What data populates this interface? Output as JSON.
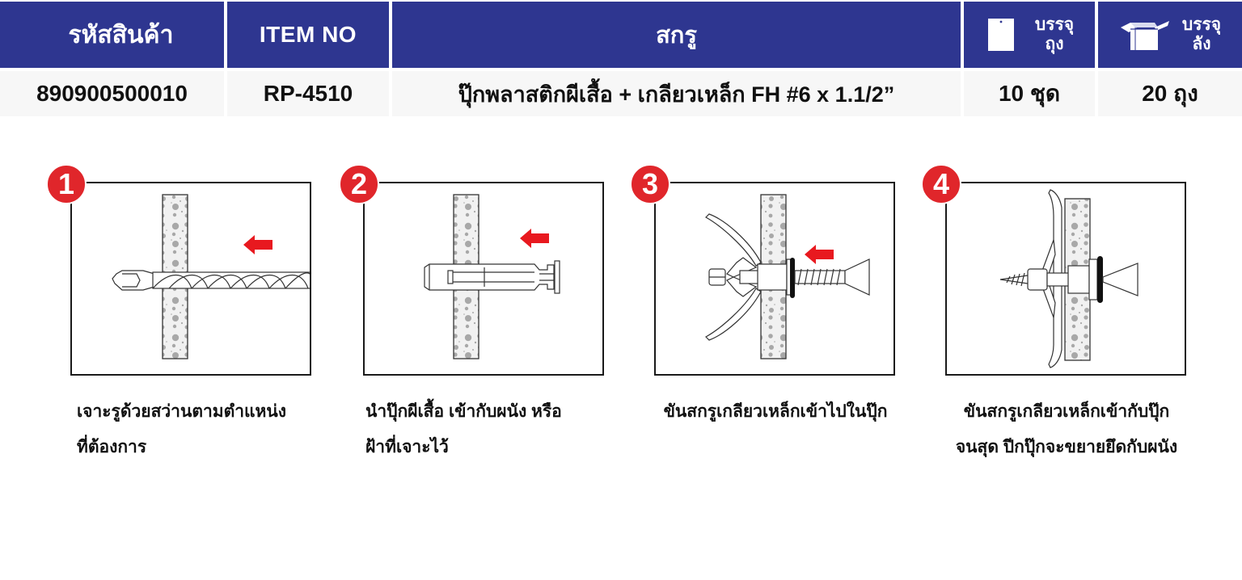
{
  "colors": {
    "header_bg": "#2e3690",
    "header_text": "#ffffff",
    "value_bg": "#f7f7f7",
    "badge_red": "#e0262b",
    "arrow_red": "#e8191f",
    "wall_fill": "#f1f1f1",
    "wall_dots": "#a8a8a8"
  },
  "table": {
    "headers": {
      "product_code": "รหัสสินค้า",
      "item_no": "ITEM NO",
      "description": "สกรู",
      "bag_pack": {
        "line1": "บรรจุ",
        "line2": "ถุง",
        "icon": "bag-icon"
      },
      "carton_pack": {
        "line1": "บรรจุ",
        "line2": "ลัง",
        "icon": "box-icon"
      }
    },
    "row": {
      "product_code": "890900500010",
      "item_no": "RP-4510",
      "description": "ปุ๊กพลาสติกผีเสื้อ + เกลียวเหล็ก FH #6 x 1.1/2”",
      "bag_pack": "10 ชุด",
      "carton_pack": "20 ถุง"
    }
  },
  "steps": [
    {
      "number": "1",
      "illustration": "drill-through-wall",
      "caption_line1": "เจาะรูด้วยสว่านตามตำแหน่ง",
      "caption_line2": "ที่ต้องการ"
    },
    {
      "number": "2",
      "illustration": "insert-anchor",
      "caption_line1": "นำปุ๊กผีเสื้อ เข้ากับผนัง หรือ",
      "caption_line2": "ฝ้าที่เจาะไว้"
    },
    {
      "number": "3",
      "illustration": "drive-screw",
      "caption_line1": "ขันสกรูเกลียวเหล็กเข้าไปในปุ๊ก",
      "caption_line2": ""
    },
    {
      "number": "4",
      "illustration": "anchor-expanded",
      "caption_line1": "ขันสกรูเกลียวเหล็กเข้ากับปุ๊ก",
      "caption_line2": "จนสุด ปีกปุ๊กจะขยายยึดกับผนัง"
    }
  ]
}
